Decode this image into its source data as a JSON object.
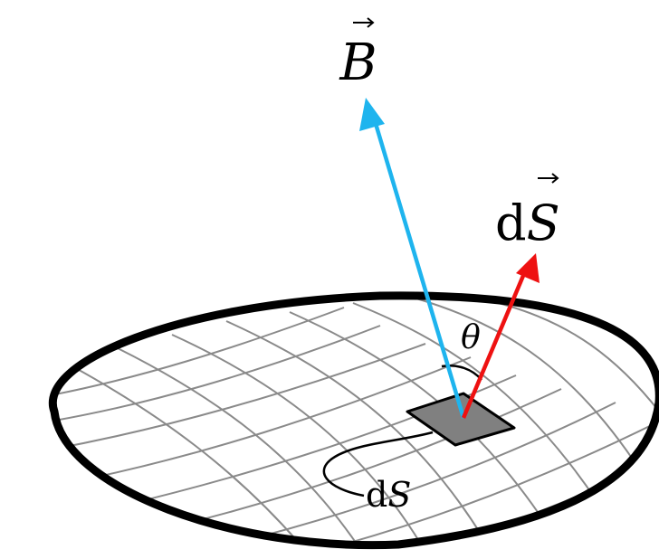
{
  "diagram": {
    "labels": {
      "field_vector": "B",
      "area_vector_prefix": "d",
      "area_vector_symbol": "S",
      "angle": "θ",
      "area_element_prefix": "d",
      "area_element_symbol": "S"
    },
    "colors": {
      "field_vector": "#1EB4EE",
      "area_vector": "#EE1111",
      "surface_outline": "#000000",
      "grid_lines": "#8A8A8A",
      "surface_fill": "#FFFFFF",
      "area_element_fill": "#808080"
    },
    "legend": {
      "show": false
    }
  }
}
